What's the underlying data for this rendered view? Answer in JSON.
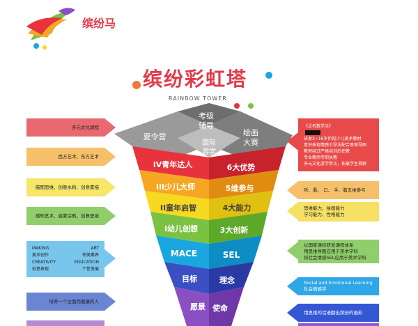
{
  "brand": {
    "logo_text": "缤纷马"
  },
  "title": {
    "main": "缤纷彩虹塔",
    "sub": "RAINBOW TOWER"
  },
  "top_faces": {
    "left": "夏令营",
    "top": [
      "考级",
      "辅导"
    ],
    "right": [
      "绘画",
      "大赛"
    ],
    "center": [
      "国际",
      "游学"
    ]
  },
  "left_bands": [
    "IV青年达人",
    "III少儿大师",
    "II童年启智",
    "I幼儿创想",
    "MACE",
    "目标",
    "愿景"
  ],
  "right_bands": [
    "6大优势",
    "5维参与",
    "4大能力",
    "3大创新",
    "SEL",
    "理念",
    "使命"
  ],
  "left_boxes": [
    {
      "lines": [
        "多元文化课程"
      ]
    },
    {
      "lines": [
        "西方艺术、东方艺术"
      ]
    },
    {
      "lines": [
        "脑图思维、创意水粉、创意素描"
      ]
    },
    {
      "lines": [
        "感知艺术、启蒙涂鸦、创意思维"
      ]
    },
    {
      "rows": [
        [
          "MAKING",
          "ART"
        ],
        [
          "美术创作",
          "审美素养"
        ],
        [
          "CREATIVITY",
          "EDUCATION"
        ],
        [
          "创意表现",
          "个性发展"
        ]
      ]
    },
    {
      "lines": [
        "培养一个全面而健康的人"
      ]
    }
  ],
  "right_boxes": [
    {
      "lines": [
        "《点名数学法》",
        "研发3~16岁阶段少儿美术教材",
        "意识表现情感引导法配合思维导图",
        "教师经过严格培训后任教",
        "专业教师专职执教",
        "多元文化游学参访，拓展学生视野"
      ]
    },
    {
      "lines": [
        "听、看、 口、 手、脑五维参与"
      ]
    },
    {
      "lines": [
        "思维能力、绘画能力",
        "学习能力、性格能力"
      ]
    },
    {
      "lines": [
        "以国家课标研发课程体系",
        "用思维导图应用于美术学科",
        "将社会情感SEL应用于美术学科"
      ]
    },
    {
      "lines": [
        "Social and Emotional Learning",
        "社会情感学"
      ]
    },
    {
      "lines": [
        "用思维的话语翻出缤纷的画彩"
      ]
    }
  ],
  "colors": {
    "brand_red": "#e23a4a",
    "bands": [
      "#e8323c",
      "#f6a623",
      "#f6d920",
      "#7cc242",
      "#1aa7e0",
      "#3a4fc4",
      "#8b4fc4"
    ],
    "left_boxes": [
      "#e8696f",
      "#f6c06b",
      "#f6e66a",
      "#8fce6a",
      "#78c6ec",
      "#6b85d2"
    ],
    "right_boxes": [
      "#e84a4a",
      "#f6c06b",
      "#f6e066",
      "#8fce6a",
      "#2fa6e6",
      "#3457d6",
      "#8a5bd6"
    ]
  }
}
